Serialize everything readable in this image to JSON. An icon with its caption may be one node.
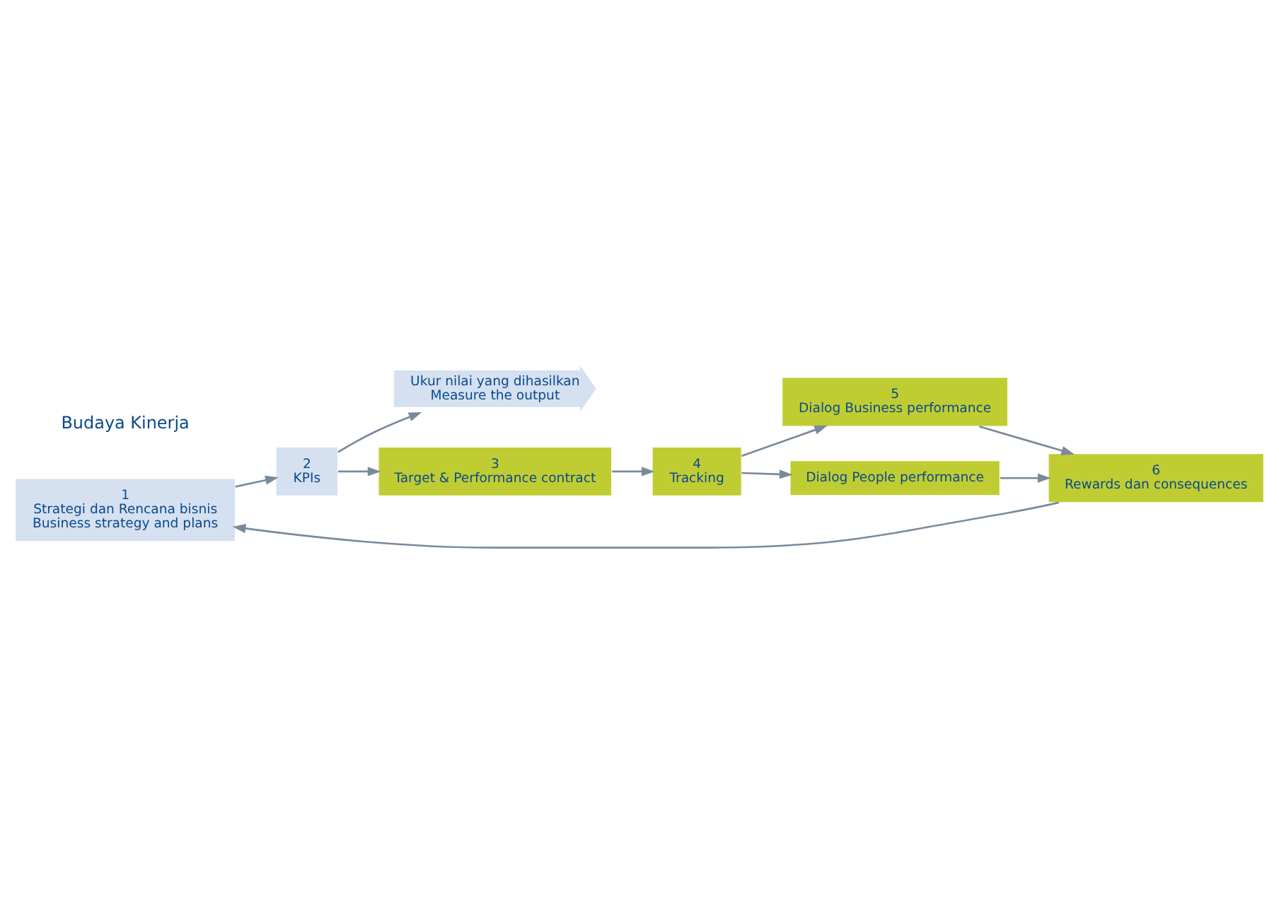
{
  "diagram": {
    "nodes": [
      {
        "text": [
          "1",
          "Strategi dan Rencana bisnis",
          "Business strategy and plans"
        ]
      },
      {
        "text": [
          "2",
          "KPIs"
        ]
      },
      {
        "text": [
          "Ukur nilai yang dihasilkan",
          "Measure the output"
        ]
      },
      {
        "text": [
          "3",
          "Target & Performance contract"
        ]
      },
      {
        "text": [
          "4",
          "Tracking"
        ]
      },
      {
        "text": [
          "5",
          "Dialog Business performance"
        ]
      },
      {
        "text": [
          "Dialog People performance"
        ]
      },
      {
        "text": [
          "6",
          "Rewards dan consequences"
        ]
      }
    ],
    "edges": [
      {
        "from": 0,
        "to": 1,
        "arrow": "to"
      },
      {
        "from": 1,
        "to": 2,
        "arrow": "to"
      },
      {
        "from": 1,
        "to": 3,
        "arrow": "to"
      },
      {
        "from": 3,
        "to": 4,
        "arrow": "to"
      },
      {
        "from": 4,
        "to": 5,
        "arrow": "to"
      },
      {
        "from": 4,
        "to": 6,
        "arrow": "to"
      },
      {
        "from": 5,
        "to": 7,
        "arrow": "to"
      },
      {
        "from": 6,
        "to": 7,
        "arrow": "to"
      },
      {
        "from": 7,
        "to": 0,
        "arrow": "to"
      }
    ],
    "labels": [
      "Budaya Kinerja"
    ]
  }
}
